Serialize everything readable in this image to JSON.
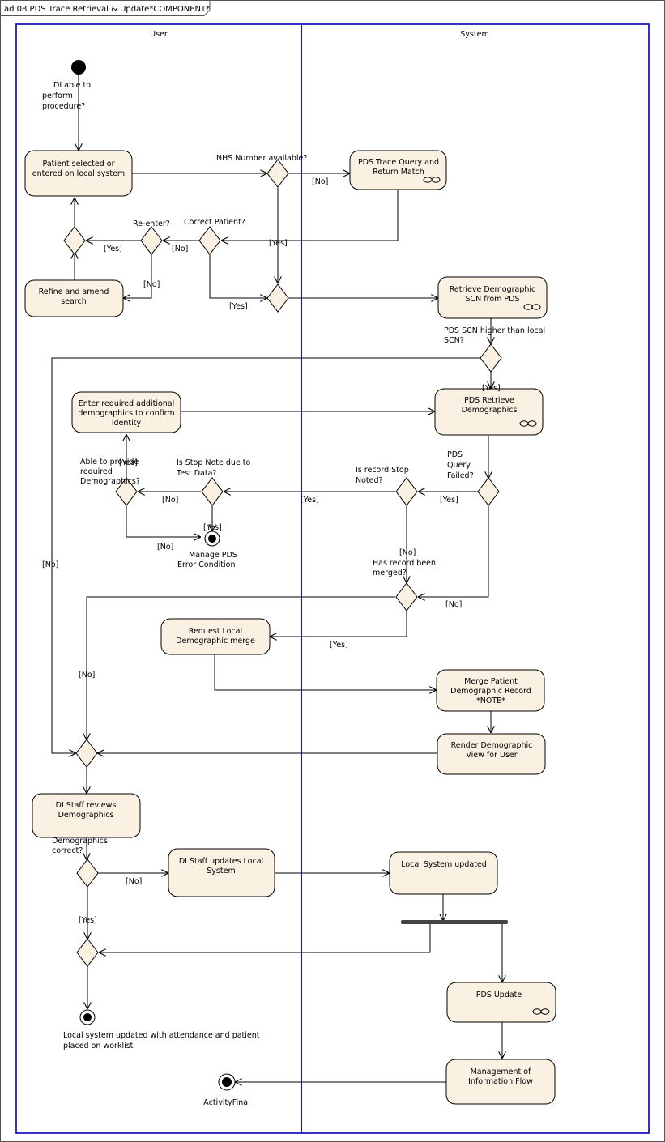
{
  "frame": {
    "title": "ad 08 PDS Trace Retrieval & Update*COMPONENT*"
  },
  "lanes": {
    "user": "User",
    "system": "System"
  },
  "colors": {
    "activity_fill": "#fbf1e2",
    "lane_border": "#0000b4",
    "line": "#000000"
  },
  "activities": {
    "patient_selected": [
      "Patient selected or",
      "entered on local system"
    ],
    "pds_trace": [
      "PDS Trace Query and",
      "Return Match"
    ],
    "refine": [
      "Refine and amend",
      "search"
    ],
    "retrieve_scn": [
      "Retrieve Demographic",
      "SCN from PDS"
    ],
    "enter_additional": [
      "Enter required additional",
      "demographics to confirm",
      "identity"
    ],
    "pds_retrieve": [
      "PDS Retrieve",
      "Demographics"
    ],
    "request_merge": [
      "Request Local",
      "Demographic merge"
    ],
    "merge_record": [
      "Merge Patient",
      "Demographic Record",
      "*NOTE*"
    ],
    "render_view": [
      "Render Demographic",
      "View for User"
    ],
    "staff_reviews": [
      "DI Staff reviews",
      "Demographics"
    ],
    "staff_updates": [
      "DI Staff updates Local",
      "System"
    ],
    "local_updated": [
      "Local System updated"
    ],
    "pds_update": [
      "PDS Update"
    ],
    "management": [
      "Management of",
      "Information Flow"
    ]
  },
  "labels": {
    "di_able": [
      "DI able to",
      "perform",
      "procedure?"
    ],
    "nhs_available": "NHS Number available?",
    "no": "[No]",
    "yes": "[Yes]",
    "re_enter": "Re-enter?",
    "correct_patient": "Correct Patient?",
    "scn_higher": [
      "PDS SCN higher than local",
      "SCN?"
    ],
    "able_to_provide": [
      "Able to provide",
      "required",
      "Demographics?"
    ],
    "stop_note_test": [
      "Is Stop Note due to",
      "Test Data?"
    ],
    "record_stop_noted": [
      "Is record Stop",
      "Noted?"
    ],
    "query_failed": [
      "PDS",
      "Query",
      "Failed?"
    ],
    "manage_error": [
      "Manage PDS",
      "Error Condition"
    ],
    "record_merged": [
      "Has record been",
      "merged?"
    ],
    "demographics_correct": [
      "Demographics",
      "correct?"
    ],
    "local_system_final": [
      "Local system updated with attendance and patient",
      "placed on worklist"
    ],
    "activity_final": "ActivityFinal"
  },
  "icons": [
    "rake-icon"
  ]
}
